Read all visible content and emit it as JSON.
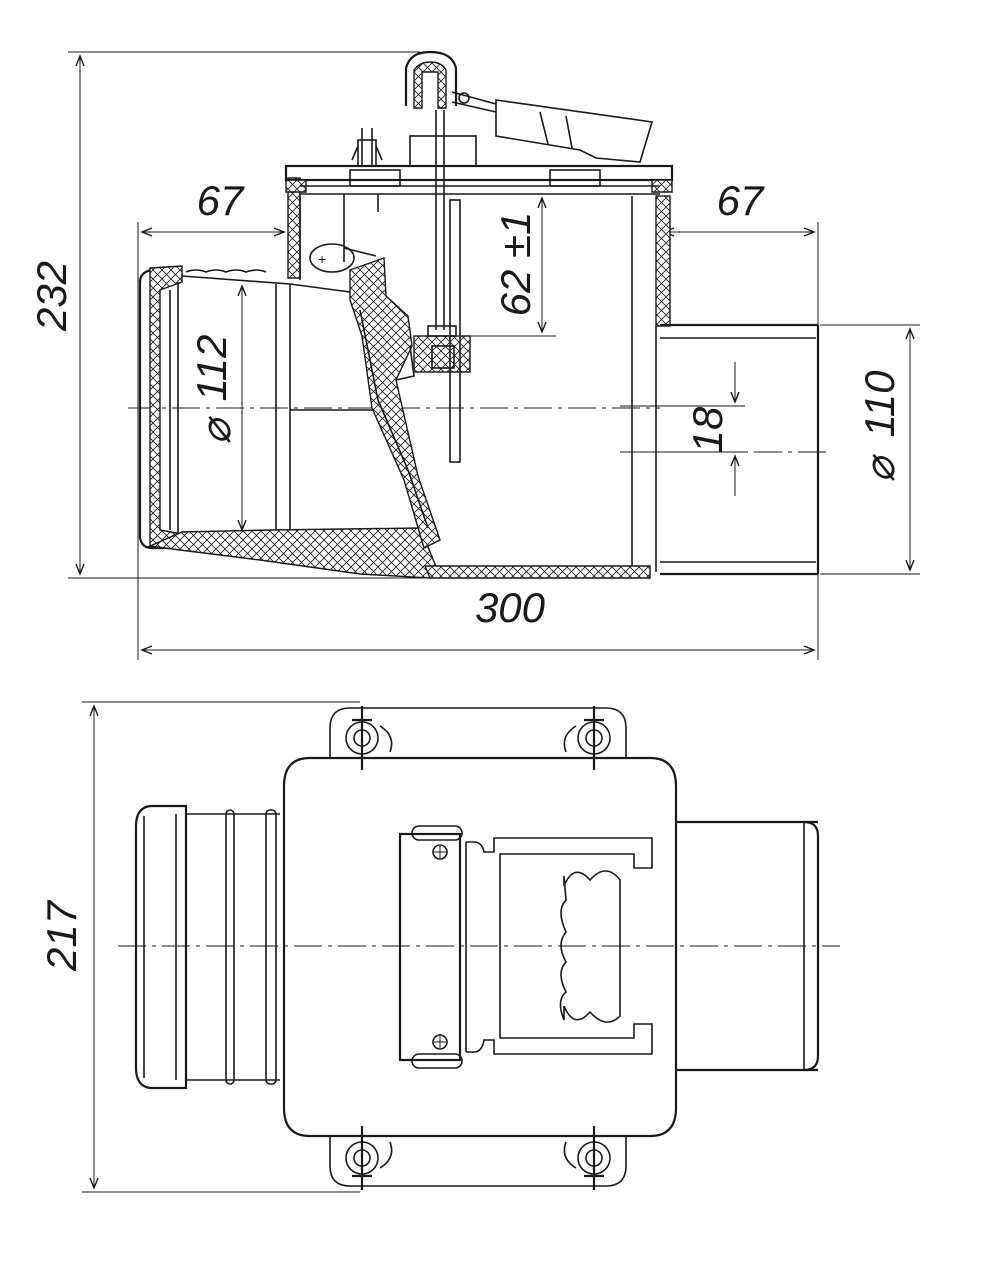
{
  "dimensions": {
    "height_total": "232",
    "left_inlet_length": "67",
    "right_outlet_length": "67",
    "travel": "62 ±1",
    "inlet_diameter": "112",
    "outlet_diameter": "110",
    "offset": "18",
    "overall_length": "300",
    "width_total": "217",
    "diameter_symbol": "⌀"
  }
}
